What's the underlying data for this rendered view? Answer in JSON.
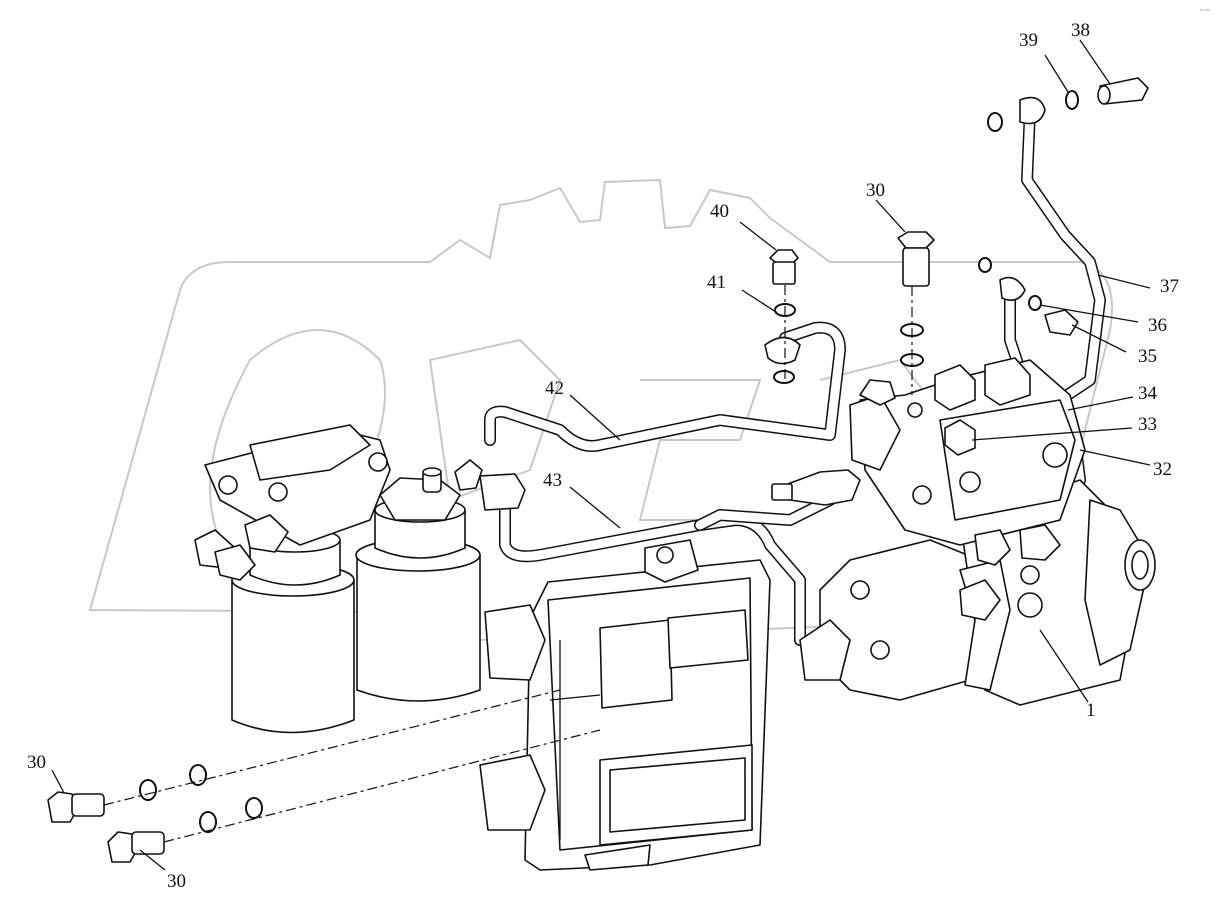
{
  "corner_mark": "ᵃᴰ ᵃᵃᵃ",
  "callouts": [
    {
      "id": "c-38",
      "text": "38"
    },
    {
      "id": "c-39",
      "text": "39"
    },
    {
      "id": "c-30a",
      "text": "30"
    },
    {
      "id": "c-40",
      "text": "40"
    },
    {
      "id": "c-41",
      "text": "41"
    },
    {
      "id": "c-37",
      "text": "37"
    },
    {
      "id": "c-36",
      "text": "36"
    },
    {
      "id": "c-35",
      "text": "35"
    },
    {
      "id": "c-34",
      "text": "34"
    },
    {
      "id": "c-33",
      "text": "33"
    },
    {
      "id": "c-32",
      "text": "32"
    },
    {
      "id": "c-42",
      "text": "42"
    },
    {
      "id": "c-43",
      "text": "43"
    },
    {
      "id": "c-1",
      "text": "1"
    },
    {
      "id": "c-30b",
      "text": "30"
    },
    {
      "id": "c-30c",
      "text": "30"
    }
  ]
}
